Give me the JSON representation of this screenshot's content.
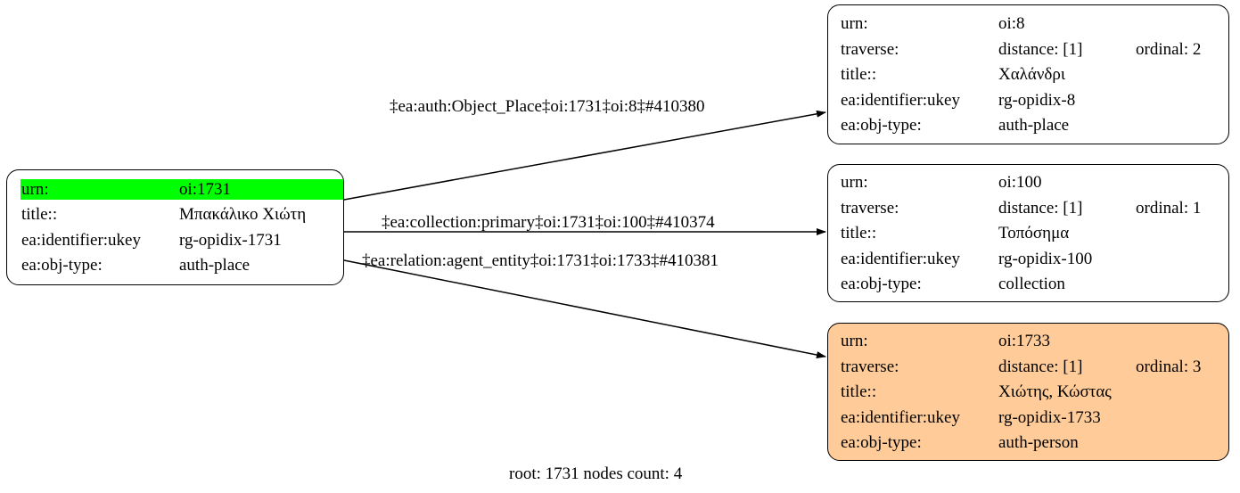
{
  "graph": {
    "footer": "root: 1731 nodes count: 4",
    "nodes": [
      {
        "id": "root",
        "key_urn": "urn:",
        "val_urn": "oi:1731",
        "rows": [
          {
            "k": "urn:",
            "v": "oi:1731",
            "highlight": true
          },
          {
            "k": "title::",
            "v": "Μπακάλικο Χιώτη",
            "highlight": false
          },
          {
            "k": "ea:identifier:ukey",
            "v": "rg-opidix-1731",
            "highlight": false
          },
          {
            "k": "ea:obj-type:",
            "v": "auth-place",
            "highlight": false
          }
        ]
      },
      {
        "id": "oi8",
        "rows": [
          {
            "k": "urn:",
            "v": "oi:8",
            "v2": ""
          },
          {
            "k": "traverse:",
            "v": "distance: [1]",
            "v2": "ordinal: 2"
          },
          {
            "k": "title::",
            "v": "Χαλάνδρι",
            "v2": ""
          },
          {
            "k": "ea:identifier:ukey",
            "v": "rg-opidix-8",
            "v2": ""
          },
          {
            "k": "ea:obj-type:",
            "v": "auth-place",
            "v2": ""
          }
        ]
      },
      {
        "id": "oi100",
        "rows": [
          {
            "k": "urn:",
            "v": "oi:100",
            "v2": ""
          },
          {
            "k": "traverse:",
            "v": "distance: [1]",
            "v2": "ordinal: 1"
          },
          {
            "k": "title::",
            "v": "Τοπόσημα",
            "v2": ""
          },
          {
            "k": "ea:identifier:ukey",
            "v": "rg-opidix-100",
            "v2": ""
          },
          {
            "k": "ea:obj-type:",
            "v": "collection",
            "v2": ""
          }
        ]
      },
      {
        "id": "oi1733",
        "rows": [
          {
            "k": "urn:",
            "v": "oi:1733",
            "v2": ""
          },
          {
            "k": "traverse:",
            "v": "distance: [1]",
            "v2": "ordinal: 3"
          },
          {
            "k": "title::",
            "v": "Χιώτης, Κώστας",
            "v2": ""
          },
          {
            "k": "ea:identifier:ukey",
            "v": "rg-opidix-1733",
            "v2": ""
          },
          {
            "k": "ea:obj-type:",
            "v": "auth-person",
            "v2": ""
          }
        ]
      }
    ],
    "edges": [
      {
        "id": "e-object-place",
        "label": "‡ea:auth:Object_Place‡oi:1731‡oi:8‡#410380"
      },
      {
        "id": "e-collection-primary",
        "label": "‡ea:collection:primary‡oi:1731‡oi:100‡#410374"
      },
      {
        "id": "e-agent-entity",
        "label": "‡ea:relation:agent_entity‡oi:1731‡oi:1733‡#410381"
      }
    ],
    "colors": {
      "highlight_green": "#00ff00",
      "node_orange": "#ffcc99",
      "stroke": "#000000",
      "background": "#ffffff"
    }
  }
}
